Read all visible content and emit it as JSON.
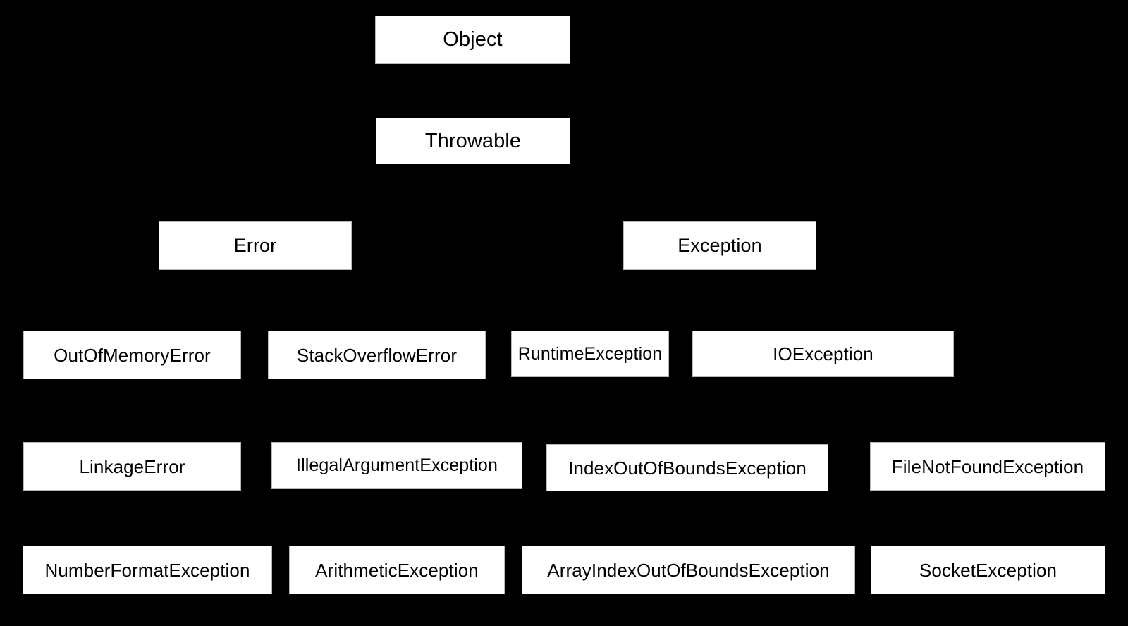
{
  "diagram": {
    "type": "class-hierarchy-tree",
    "background_color": "#000000",
    "node_fill_color": "#ffffff",
    "node_text_color": "#000000",
    "node_border_color": "#b8b8b8",
    "levels": [
      {
        "level": 1,
        "nodes": [
          {
            "label": "Object"
          }
        ]
      },
      {
        "level": 2,
        "nodes": [
          {
            "label": "Throwable"
          }
        ]
      },
      {
        "level": 3,
        "nodes": [
          {
            "label": "Error"
          },
          {
            "label": "Exception"
          }
        ]
      },
      {
        "level": 4,
        "nodes": [
          {
            "label": "OutOfMemoryError"
          },
          {
            "label": "StackOverflowError"
          },
          {
            "label": "RuntimeException"
          },
          {
            "label": "IOException"
          }
        ]
      },
      {
        "level": 5,
        "nodes": [
          {
            "label": "LinkageError"
          },
          {
            "label": "IllegalArgumentException"
          },
          {
            "label": "IndexOutOfBoundsException"
          },
          {
            "label": "FileNotFoundException"
          }
        ]
      },
      {
        "level": 6,
        "nodes": [
          {
            "label": "NumberFormatException"
          },
          {
            "label": "ArithmeticException"
          },
          {
            "label": "ArrayIndexOutOfBoundsException"
          },
          {
            "label": "SocketException"
          }
        ]
      }
    ]
  }
}
